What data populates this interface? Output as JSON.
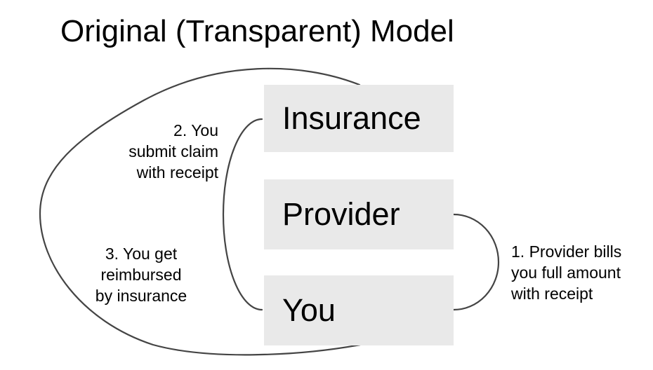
{
  "title": "Original (Transparent) Model",
  "diagram": {
    "nodes": [
      {
        "id": "insurance",
        "label": "Insurance"
      },
      {
        "id": "provider",
        "label": "Provider"
      },
      {
        "id": "you",
        "label": "You"
      }
    ],
    "annotations": [
      {
        "id": "step1",
        "text": "1. Provider bills\nyou full amount\nwith receipt"
      },
      {
        "id": "step2",
        "text": "2. You\nsubmit claim\nwith receipt"
      },
      {
        "id": "step3",
        "text": "3. You get\nreimbursed\nby insurance"
      }
    ],
    "connectors": [
      {
        "id": "bill-curve",
        "from": "provider",
        "to": "you",
        "side": "right"
      },
      {
        "id": "claim-curve",
        "from": "you",
        "to": "insurance",
        "side": "left"
      },
      {
        "id": "reimburse-curve",
        "from": "you",
        "to": "insurance",
        "side": "far-left"
      }
    ]
  },
  "colors": {
    "background": "#ffffff",
    "box_fill": "#e9e9e9",
    "curve_stroke": "#444444",
    "text": "#000000"
  }
}
